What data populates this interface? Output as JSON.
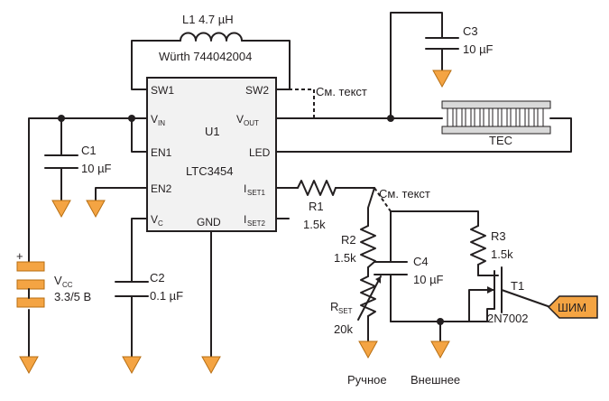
{
  "diagram": {
    "inductor": {
      "label": "L1  4.7 µH",
      "part": "Würth 744042004"
    },
    "ic": {
      "ref": "U1",
      "name": "LTC3454",
      "pins": {
        "sw1": "SW1",
        "sw2": "SW2",
        "vin": "V",
        "vin_sub": "IN",
        "vout": "V",
        "vout_sub": "OUT",
        "en1": "EN1",
        "en2": "EN2",
        "led": "LED",
        "vc": "V",
        "vc_sub": "C",
        "gnd": "GND",
        "iset1": "I",
        "iset1_sub": "SET1",
        "iset2": "I",
        "iset2_sub": "SET2"
      }
    },
    "c1": {
      "ref": "C1",
      "value": "10 µF"
    },
    "c2": {
      "ref": "C2",
      "value": "0.1 µF"
    },
    "c3": {
      "ref": "C3",
      "value": "10 µF"
    },
    "c4": {
      "ref": "C4",
      "value": "10 µF"
    },
    "r1": {
      "ref": "R1",
      "value": "1.5k"
    },
    "r2": {
      "ref": "R2",
      "value": "1.5k"
    },
    "r3": {
      "ref": "R3",
      "value": "1.5k"
    },
    "rset": {
      "ref": "R",
      "ref_sub": "SET",
      "value": "20k"
    },
    "t1": {
      "ref": "T1",
      "part": "2N7002"
    },
    "vcc": {
      "ref": "V",
      "ref_sub": "CC",
      "value": "3.3/5 В",
      "plus": "+"
    },
    "tec": {
      "label": "TEC"
    },
    "notes": {
      "see_text_1": "См. текст",
      "see_text_2": "См. текст"
    },
    "pwm": {
      "label": "ШИМ"
    },
    "modes": {
      "manual": "Ручное",
      "external": "Внешнее"
    }
  }
}
